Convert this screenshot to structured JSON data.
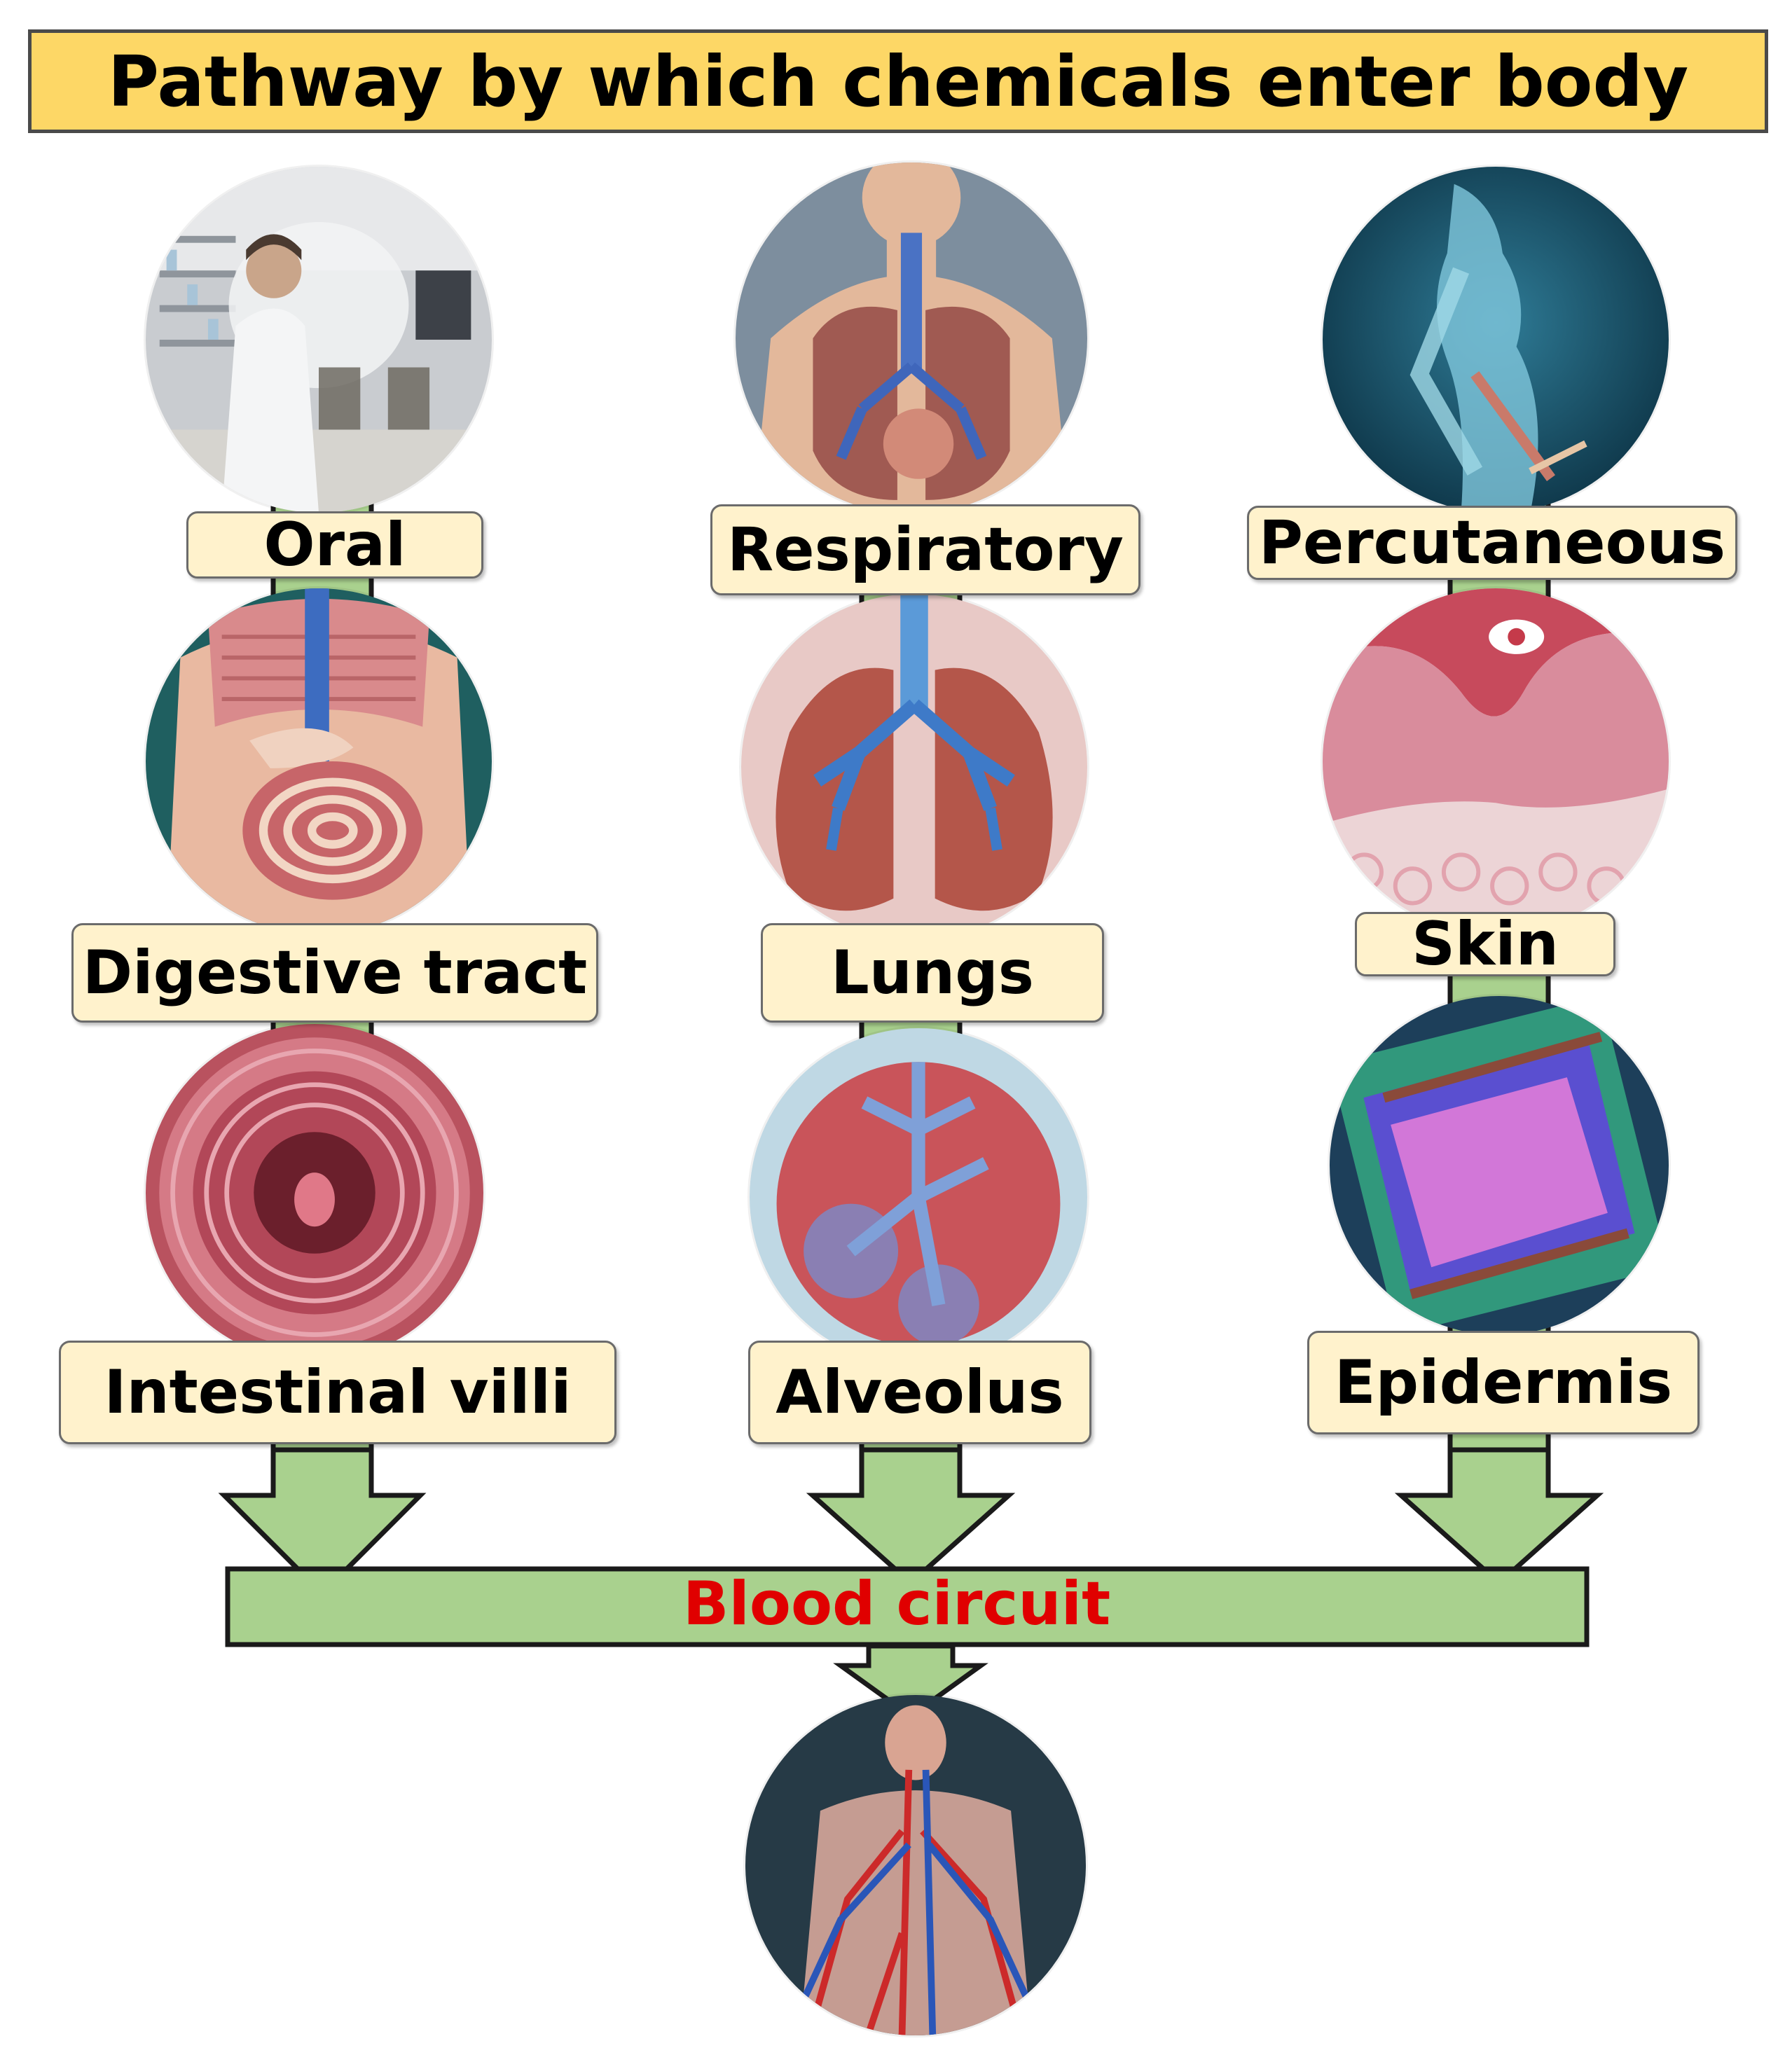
{
  "title": "Pathway by which chemicals enter body",
  "columns": [
    {
      "route": "Oral",
      "organ": "Digestive tract",
      "site": "Intestinal villi"
    },
    {
      "route": "Respiratory",
      "organ": "Lungs",
      "site": "Alveolus"
    },
    {
      "route": "Percutaneous",
      "organ": "Skin",
      "site": "Epidermis"
    }
  ],
  "destination": "Blood circuit",
  "colors": {
    "title_fill": "#fdd766",
    "label_fill": "#fff2cc",
    "flow_fill": "#a9d18e",
    "destination_text": "#e00000"
  },
  "icons": [
    "lab-worker-image",
    "torso-respiratory-image",
    "body-percutaneous-image",
    "digestive-organs-image",
    "lungs-image",
    "skin-section-image",
    "intestinal-villi-image",
    "alveolus-image",
    "epidermis-image",
    "circulatory-system-image"
  ]
}
